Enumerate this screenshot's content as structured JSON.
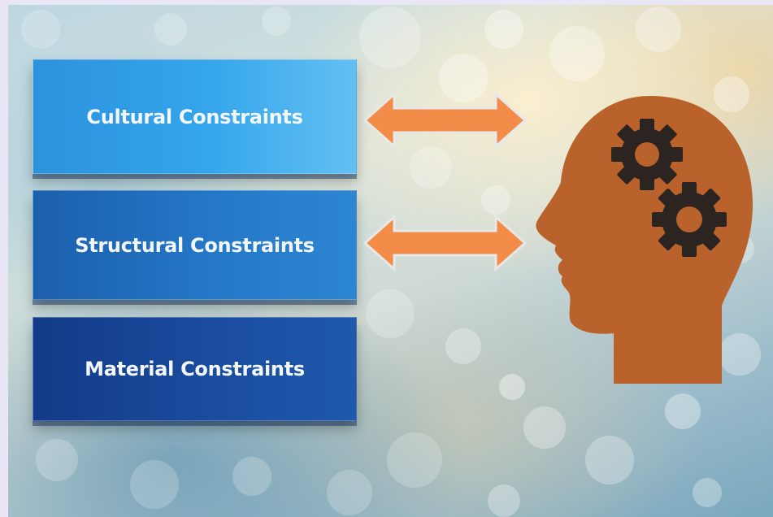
{
  "boxes": [
    {
      "label": "Cultural Constraints",
      "color": "#35a6ec"
    },
    {
      "label": "Structural Constraints",
      "color": "#2478c7"
    },
    {
      "label": "Material Constraints",
      "color": "#1a4c9f"
    }
  ],
  "arrow_color": "#f28c48",
  "head_color": "#b9622c",
  "gear_color": "#2c2420"
}
